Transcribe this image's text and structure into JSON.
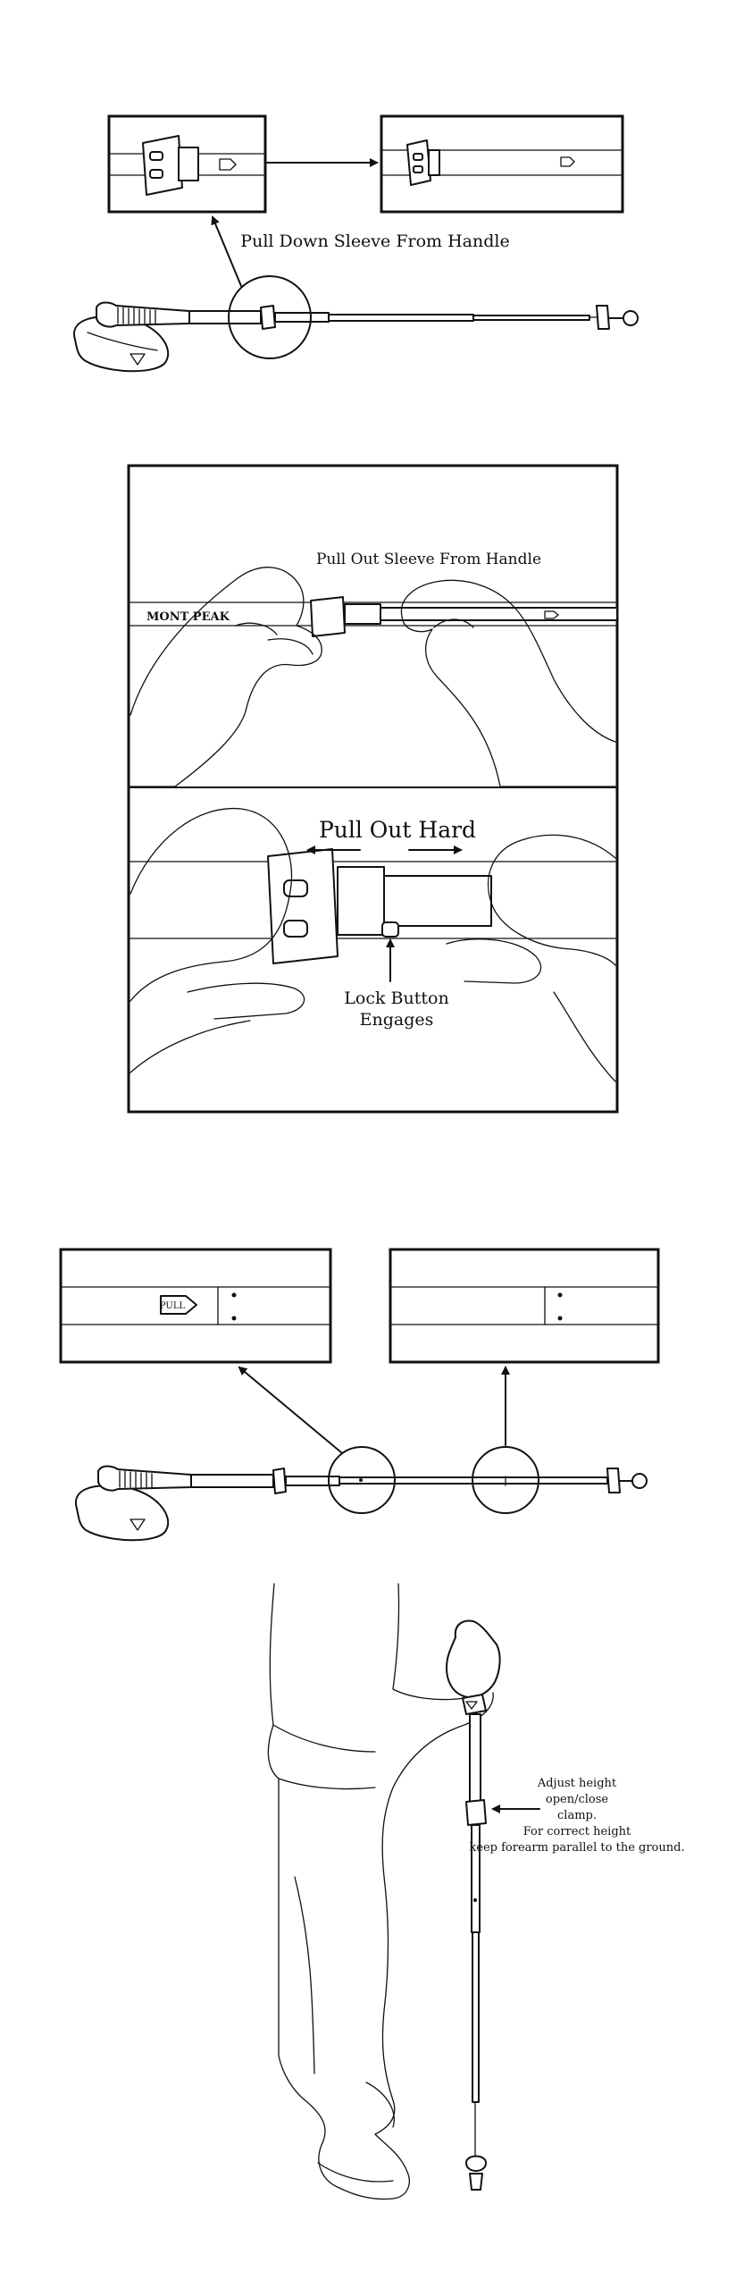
{
  "step1": {
    "caption": "Pull Down Sleeve From Handle"
  },
  "step2": {
    "caption": "Pull Out Sleeve From Handle",
    "pole_logo": "MONT PEAK"
  },
  "step3": {
    "caption": "Pull Out Hard",
    "lock_line1": "Lock Button",
    "lock_line2": "Engages"
  },
  "step4": {
    "pull_label": "PULL"
  },
  "step5": {
    "note_line1": "Adjust height",
    "note_line2": "open/close",
    "note_line3": "clamp.",
    "note_line4": "For correct height",
    "note_line5": "keep forearm parallel to the ground."
  },
  "colors": {
    "ink": "#111111",
    "paper": "#ffffff"
  }
}
